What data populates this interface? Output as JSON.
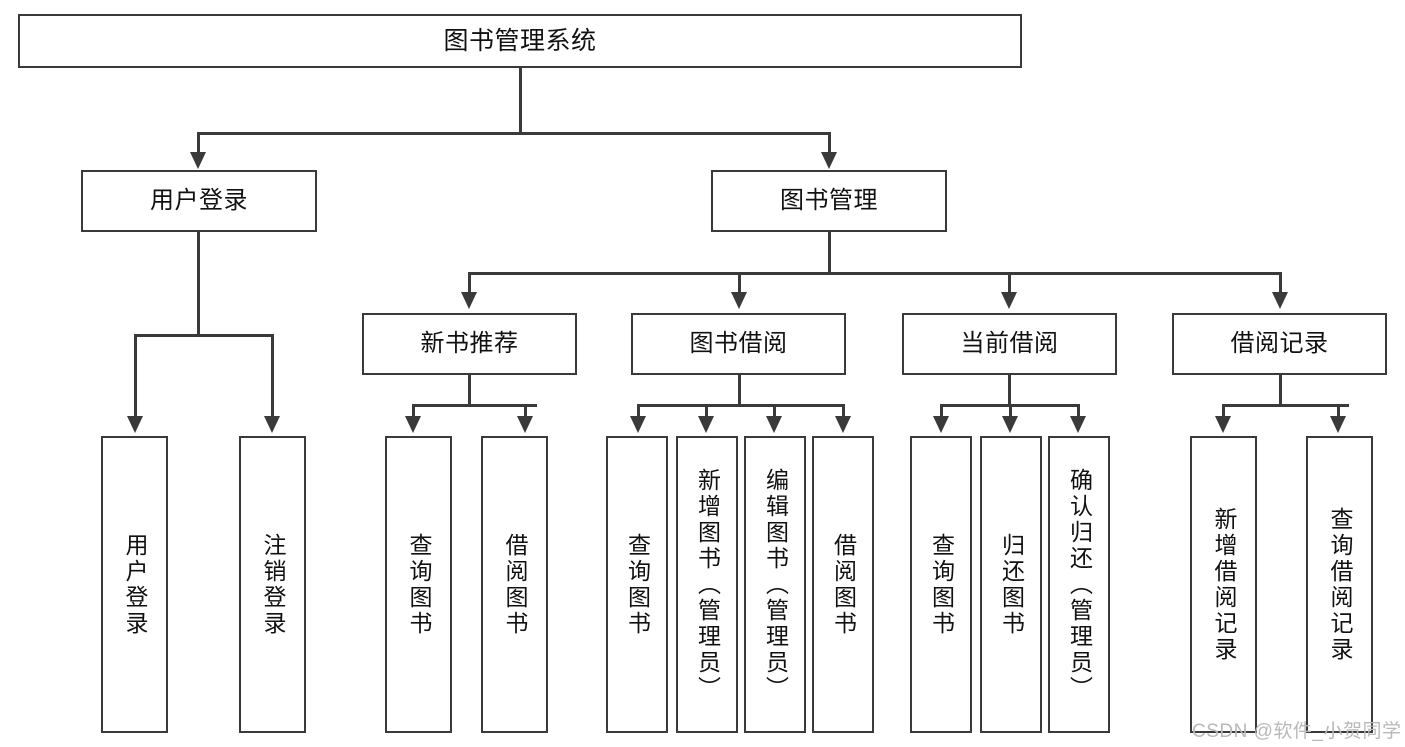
{
  "diagram": {
    "type": "tree",
    "title": "图书管理系统",
    "watermark": "CSDN @软件_小贺同学",
    "colors": {
      "box_border": "#3a3a3a",
      "box_fill": "#ffffff",
      "connector": "#3a3a3a",
      "text": "#111111",
      "watermark": "#b9b9b9",
      "background": "#ffffff"
    },
    "levels": {
      "root": {
        "label": "图书管理系统"
      },
      "level2": [
        {
          "label": "用户登录"
        },
        {
          "label": "图书管理"
        }
      ],
      "level3": [
        {
          "label": "新书推荐"
        },
        {
          "label": "图书借阅"
        },
        {
          "label": "当前借阅"
        },
        {
          "label": "借阅记录"
        }
      ],
      "leaves": {
        "user_login": [
          {
            "label": "用户登录"
          },
          {
            "label": "注销登录"
          }
        ],
        "new_book_recommend": [
          {
            "label": "查询图书"
          },
          {
            "label": "借阅图书"
          }
        ],
        "book_borrow": [
          {
            "label": "查询图书"
          },
          {
            "label": "新增图书（管理员）"
          },
          {
            "label": "编辑图书（管理员）"
          },
          {
            "label": "借阅图书"
          }
        ],
        "current_borrow": [
          {
            "label": "查询图书"
          },
          {
            "label": "归还图书"
          },
          {
            "label": "确认归还（管理员）"
          }
        ],
        "borrow_record": [
          {
            "label": "新增借阅记录"
          },
          {
            "label": "查询借阅记录"
          }
        ]
      }
    }
  }
}
